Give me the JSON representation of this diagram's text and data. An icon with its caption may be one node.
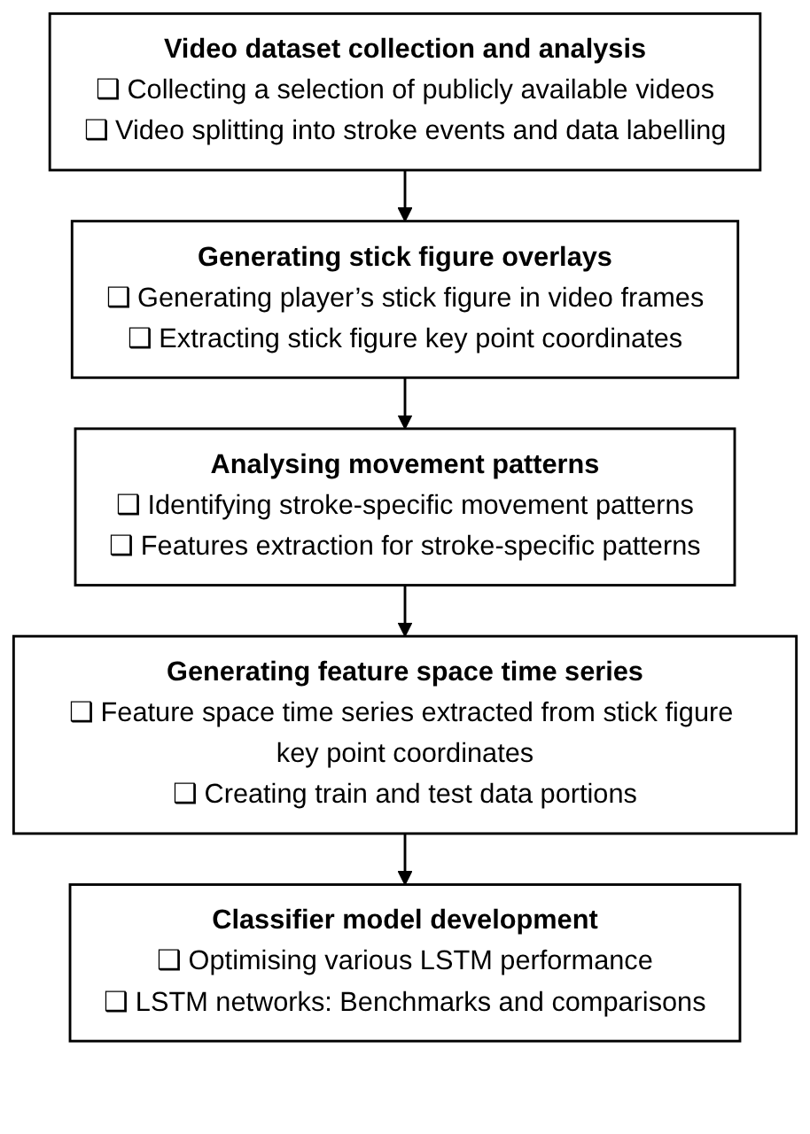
{
  "diagram": {
    "nodes": [
      {
        "text": [
          "Video dataset collection and analysis",
          "❑ Collecting a selection of publicly available videos",
          "❑ Video splitting into stroke events and data labelling"
        ]
      },
      {
        "text": [
          "Generating stick figure overlays",
          "❑ Generating player’s stick figure in video frames",
          "❑ Extracting stick figure key point coordinates"
        ]
      },
      {
        "text": [
          "Analysing movement patterns",
          "❑ Identifying stroke-specific movement patterns",
          "❑ Features extraction for stroke-specific patterns"
        ]
      },
      {
        "text": [
          "Generating feature space time series",
          "❑ Feature space time series extracted from stick figure key point coordinates",
          "❑ Creating train and test data portions"
        ]
      },
      {
        "text": [
          "Classifier model development",
          "❑ Optimising various LSTM performance",
          "❑ LSTM networks: Benchmarks and comparisons"
        ]
      }
    ],
    "edges": [
      {
        "from": 0,
        "to": 1,
        "arrow": "to"
      },
      {
        "from": 1,
        "to": 2,
        "arrow": "to"
      },
      {
        "from": 2,
        "to": 3,
        "arrow": "to"
      },
      {
        "from": 3,
        "to": 4,
        "arrow": "to"
      }
    ]
  }
}
